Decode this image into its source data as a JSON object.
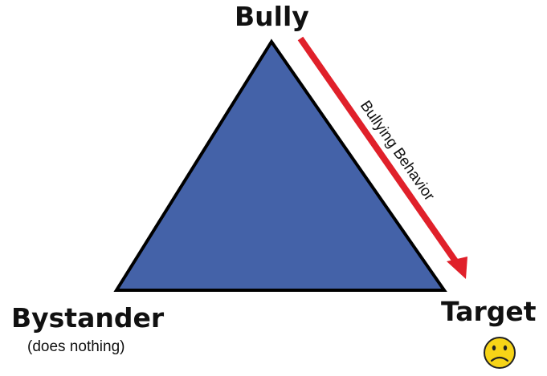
{
  "roles": {
    "bully": "Bully",
    "bystander": "Bystander",
    "bystander_note": "(does nothing)",
    "target": "Target"
  },
  "arrow": {
    "label": "Bullying Behavior"
  },
  "colors": {
    "triangle_fill": "#4462a8",
    "triangle_stroke": "#000000",
    "arrow": "#e0202a",
    "face_fill": "#f7d417"
  },
  "icons": {
    "target_face": "sad-face-icon"
  }
}
